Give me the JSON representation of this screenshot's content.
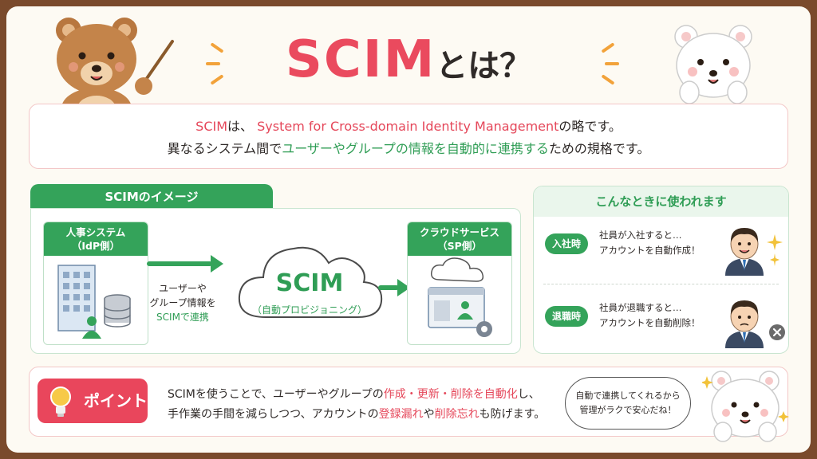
{
  "title": {
    "main": "SCIM",
    "suffix": "とは？"
  },
  "intro": {
    "line1_a": "SCIM",
    "line1_b": "は、",
    "line1_c": "System for Cross-domain Identity Management",
    "line1_d": "の略です。",
    "line2_a": "異なるシステム間で",
    "line2_b": "ユーザーやグループの情報を自動的に連携する",
    "line2_c": "ための規格です。"
  },
  "image_section": {
    "tab": "SCIMのイメージ",
    "left_box": {
      "line1": "人事システム",
      "line2": "（IdP側）"
    },
    "arrow_label": {
      "line1": "ユーザーや",
      "line2": "グループ情報を",
      "line3": "SCIMで連携"
    },
    "cloud": {
      "title": "SCIM",
      "subtitle": "（自動プロビジョニング）"
    },
    "right_box": {
      "line1": "クラウドサービス",
      "line2": "（SP側）"
    }
  },
  "when_panel": {
    "title": "こんなときに使われます",
    "cases": [
      {
        "label": "入社時",
        "line1": "社員が入社すると…",
        "line2": "アカウントを自動作成！"
      },
      {
        "label": "退職時",
        "line1": "社員が退職すると…",
        "line2": "アカウントを自動削除！"
      }
    ]
  },
  "point": {
    "badge": "ポイント",
    "l1a": "SCIMを使うことで、ユーザーやグループの",
    "l1b": "作成・更新・削除を自動化",
    "l1c": "し、",
    "l2a": "手作業の手間を減らしつつ、アカウントの",
    "l2b": "登録漏れ",
    "l2c": "や",
    "l2d": "削除忘れ",
    "l2e": "も防げます。"
  },
  "bubble": {
    "line1": "自動で連携してくれるから",
    "line2": "管理がラクで安心だね！"
  },
  "colors": {
    "accent_red": "#e9465c",
    "accent_green": "#34a35a",
    "frame": "#7a4a2c"
  },
  "icons": [
    "teacher-bear",
    "white-bear",
    "building-icon",
    "database-icon",
    "cloud-icon",
    "app-window-icon",
    "gear-icon",
    "lightbulb-icon",
    "businessman-avatar",
    "close-icon"
  ]
}
